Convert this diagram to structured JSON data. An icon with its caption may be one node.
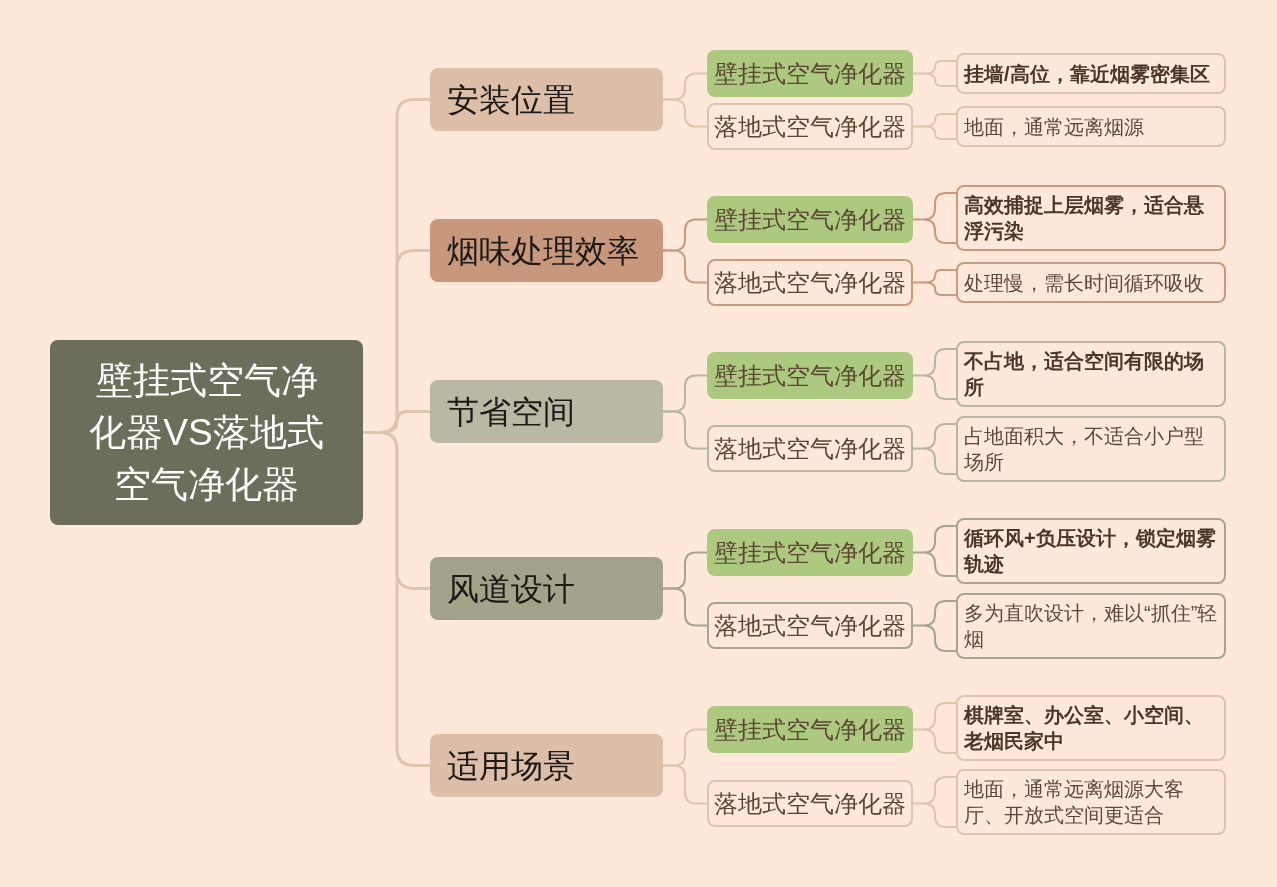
{
  "diagram": {
    "nodes": [
      {
        "text": [
          "壁挂式空气净化器VS落地式空气净化器"
        ]
      },
      {
        "text": [
          "安装位置"
        ]
      },
      {
        "text": [
          "壁挂式空气净化器"
        ]
      },
      {
        "text": [
          "挂墙/高位，靠近烟雾密集区"
        ]
      },
      {
        "text": [
          "落地式空气净化器"
        ]
      },
      {
        "text": [
          "地面，通常远离烟源"
        ]
      },
      {
        "text": [
          "烟味处理效率"
        ]
      },
      {
        "text": [
          "壁挂式空气净化器"
        ]
      },
      {
        "text": [
          "高效捕捉上层烟雾，适合悬浮污染"
        ]
      },
      {
        "text": [
          "落地式空气净化器"
        ]
      },
      {
        "text": [
          "处理慢，需长时间循环吸收"
        ]
      },
      {
        "text": [
          "节省空间"
        ]
      },
      {
        "text": [
          "壁挂式空气净化器"
        ]
      },
      {
        "text": [
          "不占地，适合空间有限的场所"
        ]
      },
      {
        "text": [
          "落地式空气净化器"
        ]
      },
      {
        "text": [
          "占地面积大，不适合小户型场所"
        ]
      },
      {
        "text": [
          "风道设计"
        ]
      },
      {
        "text": [
          "壁挂式空气净化器"
        ]
      },
      {
        "text": [
          "循环风+负压设计，锁定烟雾轨迹"
        ]
      },
      {
        "text": [
          "落地式空气净化器"
        ]
      },
      {
        "text": [
          "多为直吹设计，难以“抓住”轻烟"
        ]
      },
      {
        "text": [
          "适用场景"
        ]
      },
      {
        "text": [
          "壁挂式空气净化器"
        ]
      },
      {
        "text": [
          "棋牌室、办公室、小空间、老烟民家中"
        ]
      },
      {
        "text": [
          "落地式空气净化器"
        ]
      },
      {
        "text": [
          "地面，通常远离烟源大客厅、开放式空间更适合"
        ]
      }
    ],
    "edges": [
      {
        "from": 0,
        "to": 1,
        "arrow": "none"
      },
      {
        "from": 0,
        "to": 6,
        "arrow": "none"
      },
      {
        "from": 0,
        "to": 11,
        "arrow": "none"
      },
      {
        "from": 0,
        "to": 16,
        "arrow": "none"
      },
      {
        "from": 0,
        "to": 21,
        "arrow": "none"
      },
      {
        "from": 1,
        "to": 2,
        "arrow": "none"
      },
      {
        "from": 2,
        "to": 3,
        "arrow": "none"
      },
      {
        "from": 1,
        "to": 4,
        "arrow": "none"
      },
      {
        "from": 4,
        "to": 5,
        "arrow": "none"
      },
      {
        "from": 6,
        "to": 7,
        "arrow": "none",
        "color": "#c99a80"
      },
      {
        "from": 7,
        "to": 8,
        "arrow": "none",
        "color": "#c99a80"
      },
      {
        "from": 6,
        "to": 9,
        "arrow": "none",
        "color": "#c99a80"
      },
      {
        "from": 9,
        "to": 10,
        "arrow": "none",
        "color": "#c99a80"
      },
      {
        "from": 11,
        "to": 12,
        "arrow": "none",
        "color": "#b7b7a0"
      },
      {
        "from": 12,
        "to": 13,
        "arrow": "none",
        "color": "#b7b7a0"
      },
      {
        "from": 11,
        "to": 14,
        "arrow": "none",
        "color": "#b7b7a0"
      },
      {
        "from": 14,
        "to": 15,
        "arrow": "none",
        "color": "#b7b7a0"
      },
      {
        "from": 16,
        "to": 17,
        "arrow": "none",
        "color": "#a6a68e"
      },
      {
        "from": 17,
        "to": 18,
        "arrow": "none",
        "color": "#a6a68e"
      },
      {
        "from": 16,
        "to": 19,
        "arrow": "none",
        "color": "#a6a68e"
      },
      {
        "from": 19,
        "to": 20,
        "arrow": "none",
        "color": "#a6a68e"
      },
      {
        "from": 21,
        "to": 22,
        "arrow": "none"
      },
      {
        "from": 22,
        "to": 23,
        "arrow": "none"
      },
      {
        "from": 21,
        "to": 24,
        "arrow": "none"
      },
      {
        "from": 24,
        "to": 25,
        "arrow": "none"
      }
    ]
  }
}
